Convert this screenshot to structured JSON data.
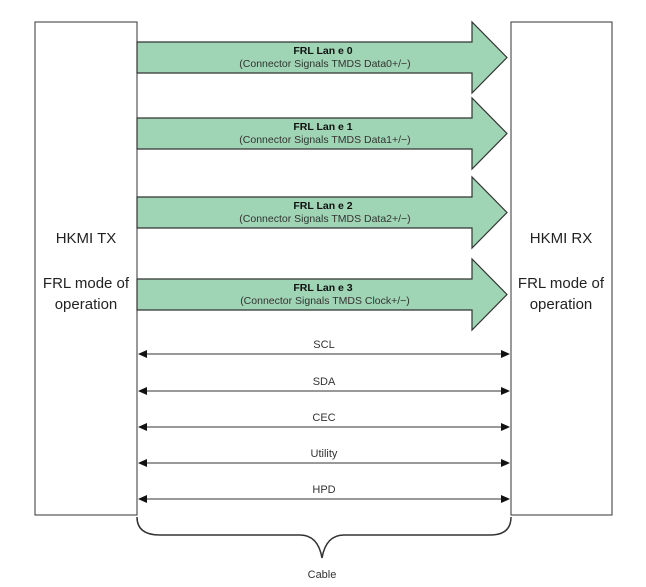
{
  "tx": {
    "name": "HKMI TX",
    "mode_line1": "FRL mode of",
    "mode_line2": "operation"
  },
  "rx": {
    "name": "HKMI RX",
    "mode_line1": "FRL mode of",
    "mode_line2": "operation"
  },
  "lanes": [
    {
      "title": "FRL Lan e 0",
      "subtitle": "(Connector Signals TMDS Data0+/−)"
    },
    {
      "title": "FRL Lan e 1",
      "subtitle": "(Connector Signals TMDS Data1+/−)"
    },
    {
      "title": "FRL Lan e 2",
      "subtitle": "(Connector Signals TMDS Data2+/−)"
    },
    {
      "title": "FRL Lan e 3",
      "subtitle": "(Connector Signals TMDS Clock+/−)"
    }
  ],
  "signals": [
    {
      "label": "SCL"
    },
    {
      "label": "SDA"
    },
    {
      "label": "CEC"
    },
    {
      "label": "Utility"
    },
    {
      "label": "HPD"
    }
  ],
  "cable_label": "Cable",
  "colors": {
    "lane_fill": "#9fd4b4",
    "stroke": "#333333"
  }
}
